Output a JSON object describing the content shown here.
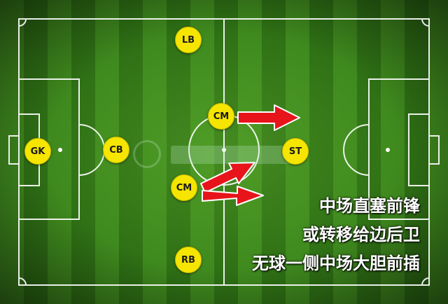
{
  "players": {
    "lb": "LB",
    "gk": "GK",
    "cb": "CB",
    "cm_top": "CM",
    "cm_bottom": "CM",
    "st": "ST",
    "rb": "RB"
  },
  "captions": {
    "line1": "中场直塞前锋",
    "line2": "或转移给边后卫",
    "line3": "无球一侧中场大胆前插"
  },
  "colors": {
    "marker": "#f5e500",
    "arrow": "#e8141b",
    "grass_light": "#3f8a1e",
    "grass_dark": "#2f7115",
    "line": "#ffffff"
  }
}
